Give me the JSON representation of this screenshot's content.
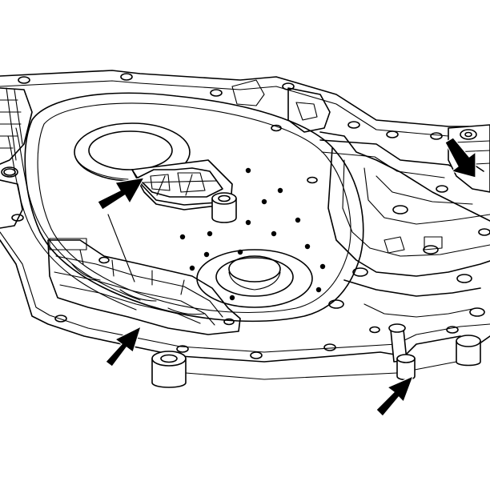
{
  "figure": {
    "caption": ""
  },
  "colors": {
    "line": "#000000",
    "background": "#ffffff",
    "arrow": "#000000"
  },
  "callouts": [
    {
      "name": "arrow-pump-housing-gasket",
      "points_to": "seal-tab-upper"
    },
    {
      "name": "arrow-right-bracket",
      "points_to": "bracket-right"
    },
    {
      "name": "arrow-lower-left-passage",
      "points_to": "gasket-passages-lower-left"
    },
    {
      "name": "arrow-lower-dowel",
      "points_to": "dowel-pin-lower"
    }
  ]
}
